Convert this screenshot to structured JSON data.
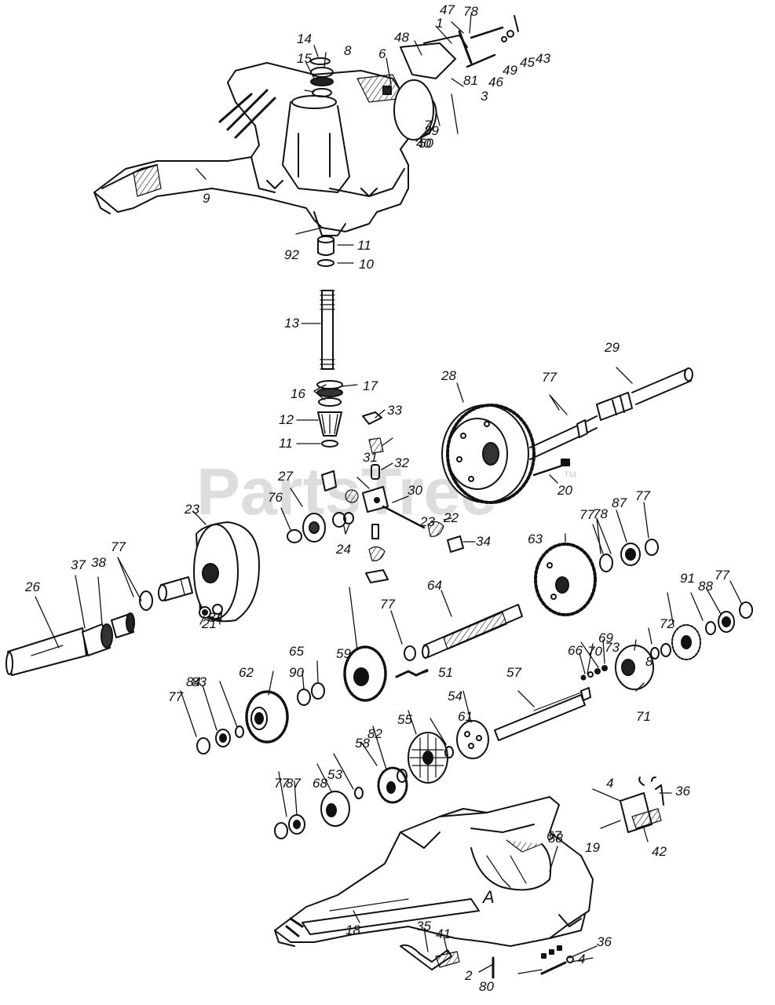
{
  "watermark": "PartsTree",
  "trademark": "TM",
  "parts": [
    "1",
    "2",
    "3",
    "4",
    "4",
    "6",
    "7",
    "8",
    "8",
    "9",
    "10",
    "11",
    "11",
    "12",
    "13",
    "14",
    "15",
    "16",
    "17",
    "18",
    "19",
    "20",
    "21",
    "22",
    "23",
    "23",
    "24",
    "26",
    "27",
    "28",
    "29",
    "30",
    "31",
    "32",
    "33",
    "34",
    "34",
    "35",
    "36",
    "36",
    "37",
    "38",
    "40",
    "41",
    "42",
    "43",
    "45",
    "46",
    "47",
    "48",
    "49",
    "50",
    "51",
    "53",
    "54",
    "55",
    "57",
    "58",
    "59",
    "61",
    "62",
    "63",
    "64",
    "65",
    "66",
    "67",
    "68",
    "69",
    "70",
    "71",
    "72",
    "73",
    "76",
    "77",
    "77",
    "77",
    "77",
    "77",
    "77",
    "77",
    "77",
    "78",
    "78",
    "80",
    "81",
    "82",
    "83",
    "84",
    "87",
    "87",
    "88",
    "88",
    "89",
    "90",
    "91",
    "92",
    "A",
    "A"
  ],
  "colors": {
    "ink": "#111111",
    "watermark": "#dddddd",
    "paper": "#ffffff"
  }
}
